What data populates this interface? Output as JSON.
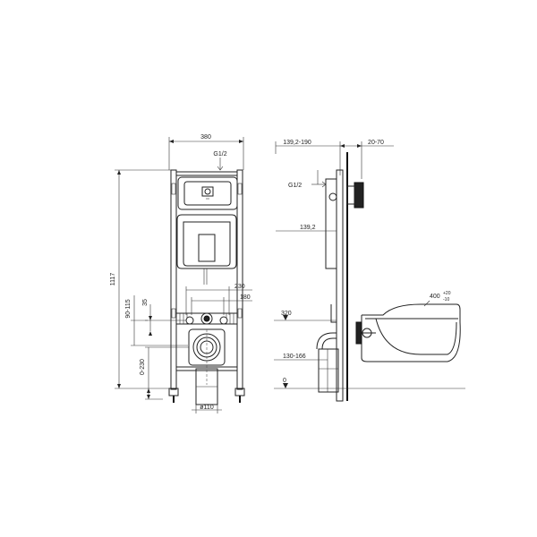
{
  "front_view": {
    "width_dim": "380",
    "inlet_label": "G1/2",
    "height_dim": "1117",
    "dim_90_115": "90-115",
    "dim_35": "35",
    "dim_0_230": "0-230",
    "dim_230": "230",
    "dim_180": "180",
    "outlet_dim": "ø110"
  },
  "side_view": {
    "depth_dim": "139,2-190",
    "wall_dim": "20-70",
    "inlet_label": "G1/2",
    "depth_dim_2": "139,2",
    "level_320": "320",
    "dim_130_166": "130-166",
    "floor_level": "0",
    "bowl_dim": "400",
    "bowl_tol_upper": "+20",
    "bowl_tol_lower": "-10"
  }
}
